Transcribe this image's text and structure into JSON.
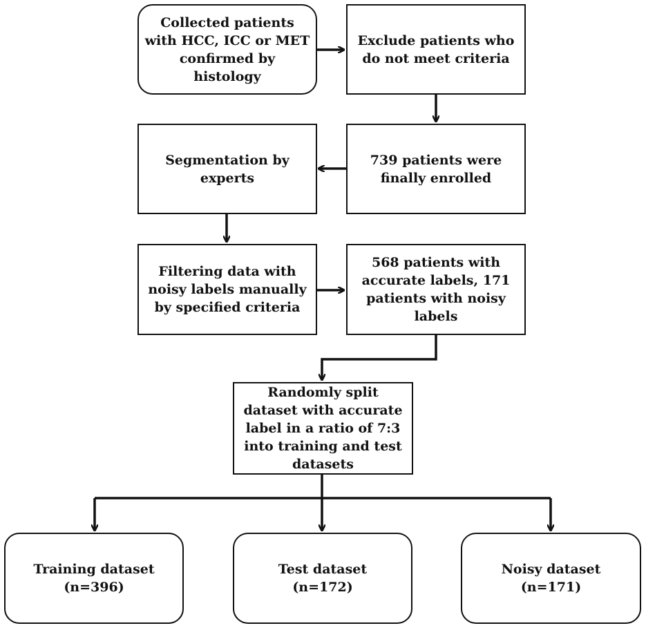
{
  "nodes": {
    "collected": "Collected patients with HCC, ICC or MET confirmed by histology",
    "exclude": "Exclude patients who do not meet criteria",
    "enrolled": "739 patients were finally enrolled",
    "segmentation": "Segmentation by experts",
    "filtering": "Filtering data with noisy labels manually by specified criteria",
    "accurate_noisy": "568 patients with accurate labels, 171 patients with noisy labels",
    "split": "Randomly split dataset with accurate label in a ratio of 7:3 into training and test datasets"
  },
  "outputs": [
    {
      "name": "Training dataset",
      "count": "(n=396)"
    },
    {
      "name": "Test dataset",
      "count": "(n=172)"
    },
    {
      "name": "Noisy dataset",
      "count": "(n=171)"
    }
  ],
  "colors": {
    "line": "#111111",
    "background": "#ffffff"
  }
}
